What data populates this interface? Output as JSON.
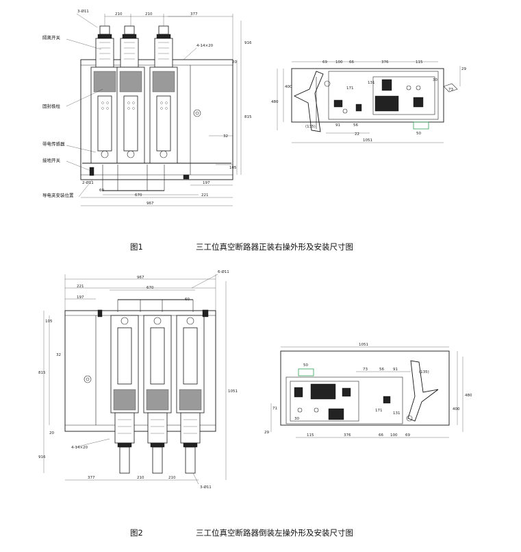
{
  "figure1": {
    "caption_num": "图1",
    "caption_title": "三工位真空断路器正装右操外形及安装尺寸图",
    "labels": {
      "isolating_switch": "隔离开关",
      "sealed_pole": "固封极柱",
      "live_sensor": "带电传感器",
      "earthing_switch": "接地开关",
      "clamp_position": "导电夹安装位置"
    },
    "front_dims": {
      "holes_top": "3-Ø11",
      "slots": "4-14×20",
      "pitch_left": "210",
      "pitch_right": "210",
      "top_right": "377",
      "side_916": "916",
      "side_20": "20",
      "side_815": "815",
      "dim_32": "32",
      "dim_105": "105",
      "dim_197": "197",
      "dim_60": "60",
      "dim_670": "670",
      "dim_221": "221",
      "dim_967": "967",
      "ground_holes": "2-Ø11"
    },
    "side_dims": {
      "d69": "69",
      "d100": "100",
      "d66": "66",
      "d376": "376",
      "d115": "115",
      "d29": "29",
      "d30": "30",
      "d73": "73",
      "d400": "400",
      "d480": "480",
      "d135": "(135)",
      "d91": "91",
      "d56": "56",
      "d22": "22",
      "d1051": "1051",
      "d50": "50",
      "d171": "171",
      "d131": "131"
    }
  },
  "figure2": {
    "caption_num": "图2",
    "caption_title": "三工位真空断路器倒装左操外形及安装尺寸图",
    "front_dims": {
      "d967": "967",
      "d221": "221",
      "d670": "670",
      "d197": "197",
      "holes": "6-Ø11",
      "d105": "105",
      "d60": "60",
      "d32": "32",
      "d815": "815",
      "d1051": "1051",
      "d20": "20",
      "slots": "4-14×20",
      "d916": "916",
      "d377": "377",
      "d210a": "210",
      "d210b": "210",
      "holes_bottom": "3-Ø11"
    },
    "side_dims": {
      "d1051": "1051",
      "d50": "50",
      "d73": "73",
      "d56": "56",
      "d91": "91",
      "d135": "(135)",
      "d71": "71",
      "d29": "29",
      "d400": "400",
      "d480": "480",
      "d30": "30",
      "d115": "115",
      "d376": "376",
      "d66": "66",
      "d100": "100",
      "d69": "69",
      "d171": "171",
      "d131": "131"
    }
  }
}
